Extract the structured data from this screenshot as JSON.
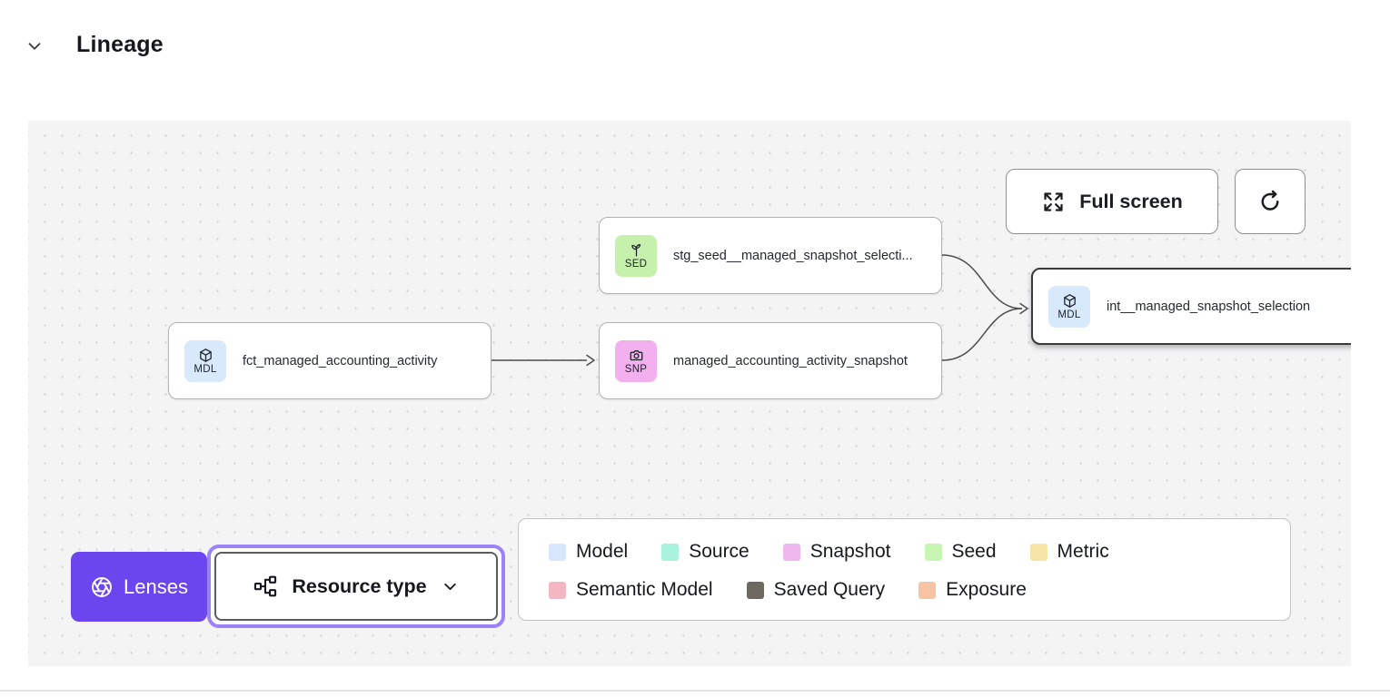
{
  "header": {
    "title": "Lineage"
  },
  "canvas": {
    "toolbar": {
      "full_screen": "Full screen"
    },
    "nodes": [
      {
        "id": "stg_seed",
        "badge": "SED",
        "badge_color": "#c6f1ad",
        "icon": "seed-icon",
        "label": "stg_seed__managed_snapshot_selecti..."
      },
      {
        "id": "fct",
        "badge": "MDL",
        "badge_color": "#d8e9fb",
        "icon": "cube-icon",
        "label": "fct_managed_accounting_activity"
      },
      {
        "id": "snp",
        "badge": "SNP",
        "badge_color": "#f2b0ee",
        "icon": "camera-icon",
        "label": "managed_accounting_activity_snapshot"
      },
      {
        "id": "int",
        "badge": "MDL",
        "badge_color": "#d8e9fb",
        "icon": "cube-icon",
        "label": "int__managed_snapshot_selection",
        "selected": true
      }
    ],
    "lenses": {
      "label": "Lenses",
      "color": "#6b46ef"
    },
    "resource_type": {
      "label": "Resource type"
    },
    "legend": {
      "items": [
        {
          "label": "Model",
          "color": "#d8e6fb"
        },
        {
          "label": "Source",
          "color": "#a9f2dc"
        },
        {
          "label": "Snapshot",
          "color": "#f0b6ee"
        },
        {
          "label": "Seed",
          "color": "#c9f5b2"
        },
        {
          "label": "Metric",
          "color": "#f5e5a6"
        },
        {
          "label": "Semantic Model",
          "color": "#f3b7c4"
        },
        {
          "label": "Saved Query",
          "color": "#6e6862"
        },
        {
          "label": "Exposure",
          "color": "#f6c4a4"
        }
      ]
    }
  },
  "icons": [
    "chevron-down-icon",
    "expand-icon",
    "refresh-icon",
    "aperture-icon",
    "resource-graph-icon",
    "cube-icon",
    "seed-icon",
    "camera-icon"
  ]
}
